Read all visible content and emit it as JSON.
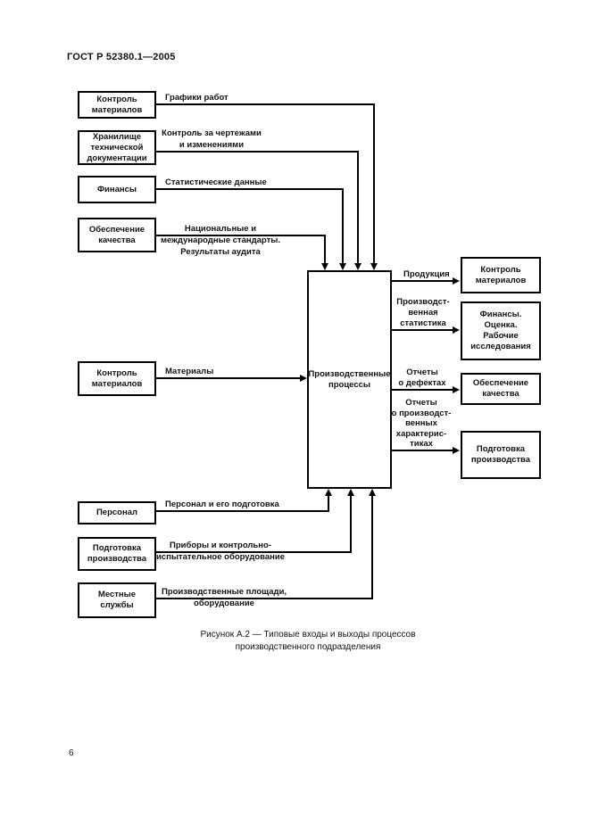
{
  "page": {
    "header": "ГОСТ Р 52380.1—2005",
    "caption": "Рисунок А.2 — Типовые входы и выходы процессов\nпроизводственного подразделения",
    "page_number": "6"
  },
  "colors": {
    "line": "#000000",
    "background": "#ffffff",
    "text": "#111111"
  },
  "diagram": {
    "center_box": {
      "label": "Производственные\nпроцессы"
    },
    "inputs": [
      {
        "box": "Контроль\nматериалов",
        "arrow_label": "Графики работ"
      },
      {
        "box": "Хранилище\nтехнической\nдокументации",
        "arrow_label": "Контроль за чертежами\nи изменениями"
      },
      {
        "box": "Финансы",
        "arrow_label": "Статистические данные"
      },
      {
        "box": "Обеспечение\nкачества",
        "arrow_label": "Национальные и\nмеждународные стандарты.\nРезультаты аудита"
      },
      {
        "box": "Контроль\nматериалов",
        "arrow_label": "Материалы"
      },
      {
        "box": "Персонал",
        "arrow_label": "Персонал и его подготовка"
      },
      {
        "box": "Подготовка\nпроизводства",
        "arrow_label": "Приборы и контрольно-\nиспытательное оборудование"
      },
      {
        "box": "Местные\nслужбы",
        "arrow_label": "Производственные площади,\nоборудование"
      }
    ],
    "outputs": [
      {
        "arrow_label": "Продукция",
        "box": "Контроль\nматериалов"
      },
      {
        "arrow_label": "Производст-\nвенная\nстатистика",
        "box": "Финансы.\nОценка.\nРабочие\nисследования"
      },
      {
        "arrow_label": "Отчеты\nо дефектах",
        "box": "Обеспечение\nкачества"
      },
      {
        "arrow_label": "Отчеты\nо производст-\nвенных\nхарактерис-\nтиках",
        "box": "Подготовка\nпроизводства"
      }
    ]
  }
}
